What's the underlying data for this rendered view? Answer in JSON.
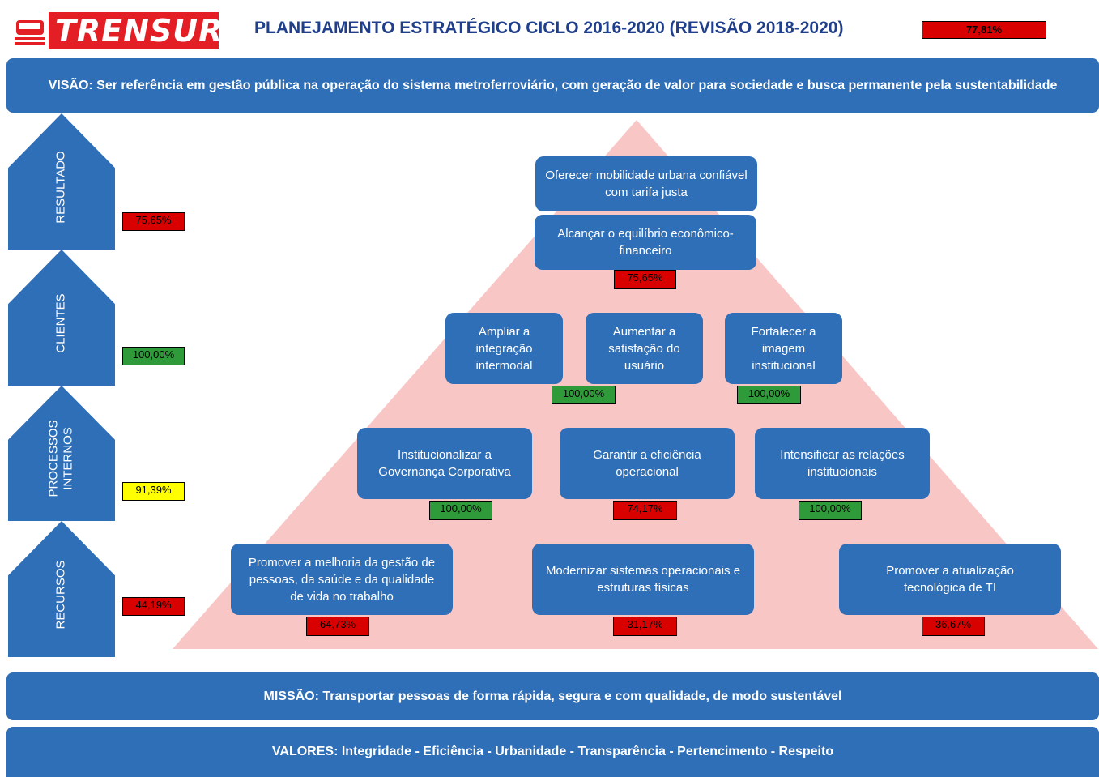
{
  "header": {
    "logo_text": "TRENSURB",
    "title": "PLANEJAMENTO ESTRATÉGICO CICLO 2016-2020 (REVISÃO 2018-2020)",
    "overall_score": "77,81%"
  },
  "vision": "VISÃO: Ser referência em gestão pública na operação do sistema metroferroviário, com geração de valor para sociedade e busca permanente pela sustentabilidade",
  "perspectives": [
    {
      "label": "RESULTADO",
      "score": "75,65%",
      "status": "red"
    },
    {
      "label": "CLIENTES",
      "score": "100,00%",
      "status": "green"
    },
    {
      "label": "PROCESSOS\nINTERNOS",
      "score": "91,39%",
      "status": "yellow"
    },
    {
      "label": "RECURSOS",
      "score": "44,19%",
      "status": "red"
    }
  ],
  "objectives": {
    "resultado": [
      {
        "text": "Oferecer mobilidade urbana confiável com tarifa justa"
      },
      {
        "text": "Alcançar o equilíbrio econômico-financeiro",
        "score": "75,65%",
        "status": "red"
      }
    ],
    "clientes": [
      {
        "text": "Ampliar a integração intermodal"
      },
      {
        "text": "Aumentar a satisfação do usuário",
        "score": "100,00%",
        "status": "green"
      },
      {
        "text": "Fortalecer a imagem institucional",
        "score": "100,00%",
        "status": "green"
      }
    ],
    "processos": [
      {
        "text": "Institucionalizar a Governança Corporativa",
        "score": "100,00%",
        "status": "green"
      },
      {
        "text": "Garantir a eficiência operacional",
        "score": "74,17%",
        "status": "red"
      },
      {
        "text": "Intensificar as relações institucionais",
        "score": "100,00%",
        "status": "green"
      }
    ],
    "recursos": [
      {
        "text": "Promover a melhoria da gestão de pessoas, da saúde e da qualidade de vida no trabalho",
        "score": "64,73%",
        "status": "red"
      },
      {
        "text": "Modernizar sistemas operacionais e estruturas físicas",
        "score": "31,17%",
        "status": "red"
      },
      {
        "text": "Promover a atualização tecnológica de TI",
        "score": "36,67%",
        "status": "red"
      }
    ]
  },
  "mission": "MISSÃO: Transportar pessoas de forma rápida, segura e com qualidade, de modo sustentável",
  "values": "VALORES: Integridade - Eficiência - Urbanidade - Transparência - Pertencimento - Respeito",
  "colors": {
    "primary_blue": "#2f6fb7",
    "status_red": "#d90000",
    "status_green": "#2f9a3a",
    "status_yellow": "#ffff00",
    "pyramid_fill": "#f9c6c6",
    "brand_red": "#e31e24",
    "title_blue": "#1f3f8c"
  }
}
